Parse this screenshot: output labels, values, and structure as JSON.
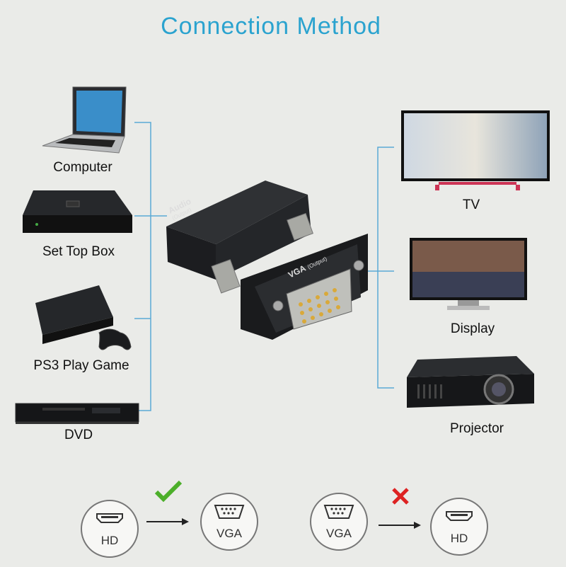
{
  "title": "Connection Method",
  "left_devices": [
    {
      "label": "Computer",
      "icon": "laptop-icon"
    },
    {
      "label": "Set Top Box",
      "icon": "set-top-box-icon"
    },
    {
      "label": "PS3 Play Game",
      "icon": "game-console-icon"
    },
    {
      "label": "DVD",
      "icon": "dvd-player-icon"
    }
  ],
  "right_devices": [
    {
      "label": "TV",
      "icon": "tv-icon"
    },
    {
      "label": "Display",
      "icon": "monitor-icon"
    },
    {
      "label": "Projector",
      "icon": "projector-icon"
    }
  ],
  "adapter": {
    "audio_label": "Audio",
    "audio_sub": "(Output)",
    "vga_label": "VGA",
    "vga_sub": "(Output)"
  },
  "direction_supported": {
    "from": "HD",
    "to": "VGA",
    "mark": "check-icon"
  },
  "direction_unsupported": {
    "from": "VGA",
    "to": "HD",
    "mark": "cross-icon"
  },
  "colors": {
    "title": "#2ba3cf",
    "connector_lines": "#5aa9d6",
    "check": "#4caf2a",
    "cross": "#d22"
  }
}
